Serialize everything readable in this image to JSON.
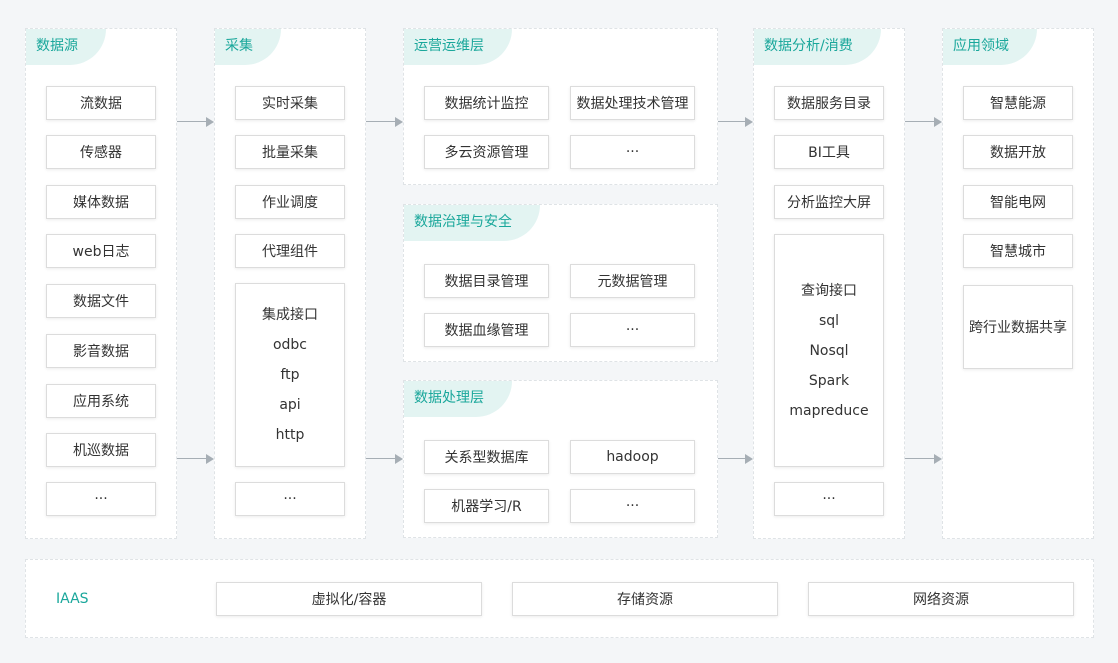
{
  "colors": {
    "accent": "#1aa79b",
    "tab_bg": "#e3f4f2",
    "arrow": "#a6aeb5",
    "page_bg": "#f4f6f8"
  },
  "source": {
    "title": "数据源",
    "items": [
      "流数据",
      "传感器",
      "媒体数据",
      "web日志",
      "数据文件",
      "影音数据",
      "应用系统",
      "机巡数据",
      "···"
    ]
  },
  "collect": {
    "title": "采集",
    "items": [
      "实时采集",
      "批量采集",
      "作业调度",
      "代理组件"
    ],
    "interface": [
      "集成接口",
      "odbc",
      "ftp",
      "api",
      "http"
    ],
    "more": "···"
  },
  "ops": {
    "title": "运营运维层",
    "items": [
      "数据统计监控",
      "数据处理技术管理",
      "多云资源管理",
      "···"
    ]
  },
  "governance": {
    "title": "数据治理与安全",
    "items": [
      "数据目录管理",
      "元数据管理",
      "数据血缘管理",
      "···"
    ]
  },
  "processing": {
    "title": "数据处理层",
    "items": [
      "关系型数据库",
      "hadoop",
      "机器学习/R",
      "···"
    ]
  },
  "analysis": {
    "title": "数据分析/消费",
    "items": [
      "数据服务目录",
      "BI工具",
      "分析监控大屏"
    ],
    "query": [
      "查询接口",
      "sql",
      "Nosql",
      "Spark",
      "mapreduce"
    ],
    "more": "···"
  },
  "application": {
    "title": "应用领域",
    "items": [
      "智慧能源",
      "数据开放",
      "智能电网",
      "智慧城市",
      "跨行业数据共享"
    ]
  },
  "iaas": {
    "label": "IAAS",
    "items": [
      "虚拟化/容器",
      "存储资源",
      "网络资源"
    ]
  }
}
